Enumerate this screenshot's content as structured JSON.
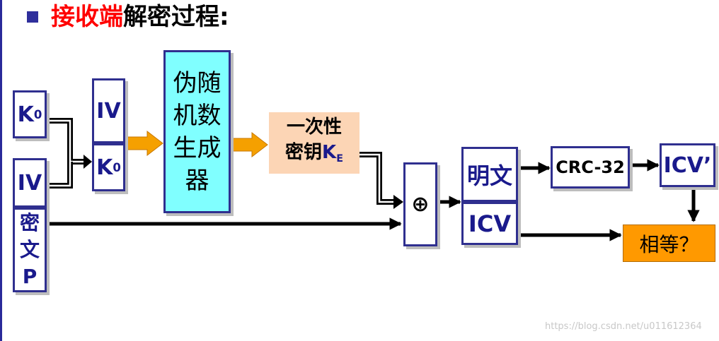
{
  "title": {
    "red": "接收端",
    "black": "解密过程:"
  },
  "boxes": {
    "k0_left": {
      "main": "K",
      "sub": "0"
    },
    "iv_left": "IV",
    "ciphertext": {
      "c1": "密",
      "c2": "文",
      "c3": "P"
    },
    "iv_mid": "IV",
    "k0_mid": {
      "main": "K",
      "sub": "0"
    },
    "prng": {
      "l1": "伪随",
      "l2": "机数",
      "l3": "生成",
      "l4": "器"
    },
    "one_time_key": {
      "l1": "一次性",
      "l2": "密钥",
      "k": "K",
      "sub": "E"
    },
    "xor": "⊕",
    "plaintext": "明文",
    "icv": "ICV",
    "crc": "CRC-32",
    "icv_prime": "ICV’",
    "equal": "相等？"
  },
  "colors": {
    "box_border": "#2f2f8f",
    "shadow": "#bdbdbd",
    "prng_fill": "#80ffff",
    "key_fill": "#fcd5b5",
    "equal_fill": "#ff9900",
    "orange_arrow": "#f5a000",
    "text_blue": "#1a1a8c",
    "title_red": "#ff0000"
  },
  "watermark": "https://blog.csdn.net/u011612364"
}
